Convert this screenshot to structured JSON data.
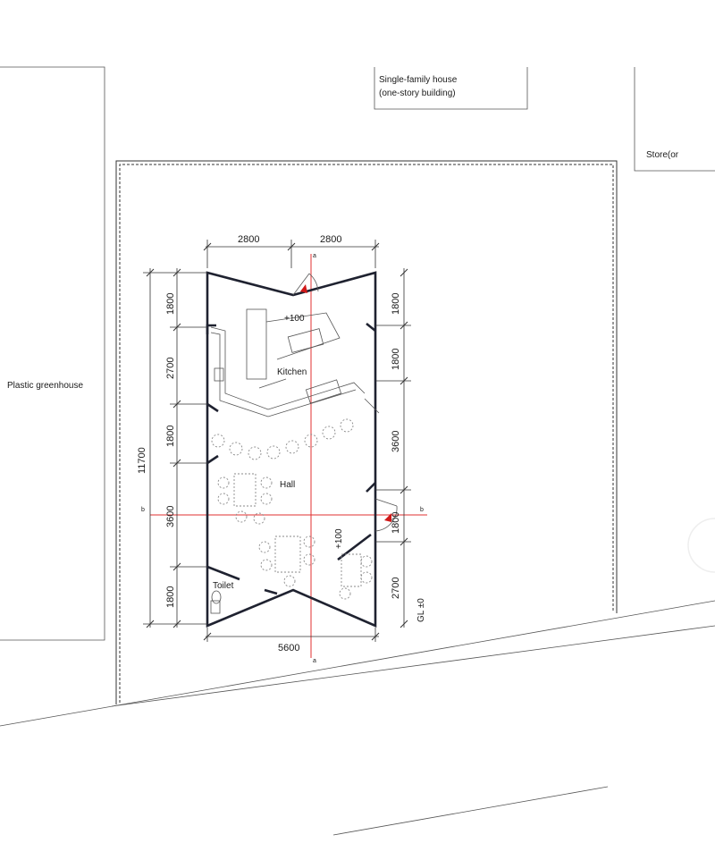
{
  "context": {
    "neighbor_top": [
      "Single-family house",
      "(one-story building)"
    ],
    "neighbor_right": "Store(or",
    "neighbor_left": "Plastic greenhouse"
  },
  "rooms": {
    "kitchen": "Kitchen",
    "hall": "Hall",
    "toilet": "Toilet"
  },
  "levels": {
    "kitchen_floor": "+100",
    "hall_floor": "+100",
    "ground": "GL ±0"
  },
  "dimensions": {
    "top": [
      "2800",
      "2800"
    ],
    "bottom": "5600",
    "left_total": "11700",
    "left": [
      "1800",
      "2700",
      "1800",
      "3600",
      "1800"
    ],
    "right": [
      "1800",
      "1800",
      "3600",
      "1800",
      "2700"
    ]
  },
  "section_marks": {
    "a": "a",
    "b": "b"
  }
}
